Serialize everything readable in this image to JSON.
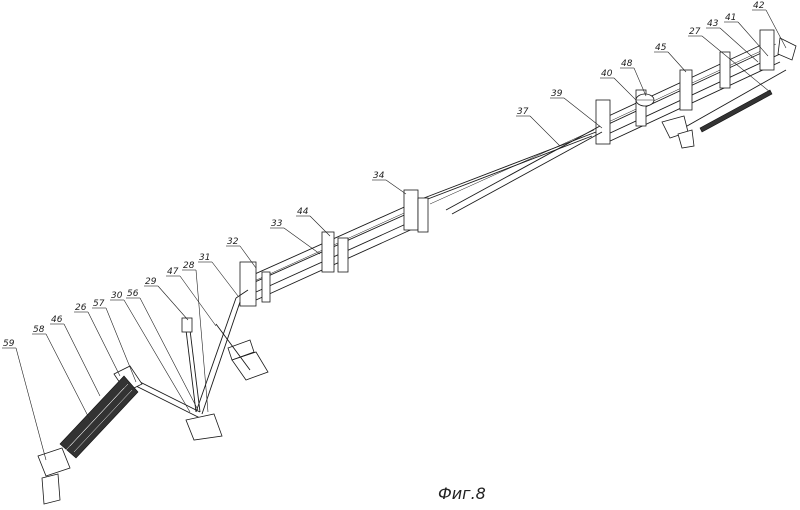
{
  "caption": "Фиг.8",
  "labels": [
    {
      "id": "42",
      "text": "42"
    },
    {
      "id": "43",
      "text": "43"
    },
    {
      "id": "41",
      "text": "41"
    },
    {
      "id": "27",
      "text": "27"
    },
    {
      "id": "45",
      "text": "45"
    },
    {
      "id": "48",
      "text": "48"
    },
    {
      "id": "40",
      "text": "40"
    },
    {
      "id": "39",
      "text": "39"
    },
    {
      "id": "37",
      "text": "37"
    },
    {
      "id": "34",
      "text": "34"
    },
    {
      "id": "44",
      "text": "44"
    },
    {
      "id": "33",
      "text": "33"
    },
    {
      "id": "32",
      "text": "32"
    },
    {
      "id": "31",
      "text": "31"
    },
    {
      "id": "28",
      "text": "28"
    },
    {
      "id": "47",
      "text": "47"
    },
    {
      "id": "29",
      "text": "29"
    },
    {
      "id": "56",
      "text": "56"
    },
    {
      "id": "30",
      "text": "30"
    },
    {
      "id": "57",
      "text": "57"
    },
    {
      "id": "26",
      "text": "26"
    },
    {
      "id": "46",
      "text": "46"
    },
    {
      "id": "58",
      "text": "58"
    },
    {
      "id": "59",
      "text": "59"
    }
  ]
}
